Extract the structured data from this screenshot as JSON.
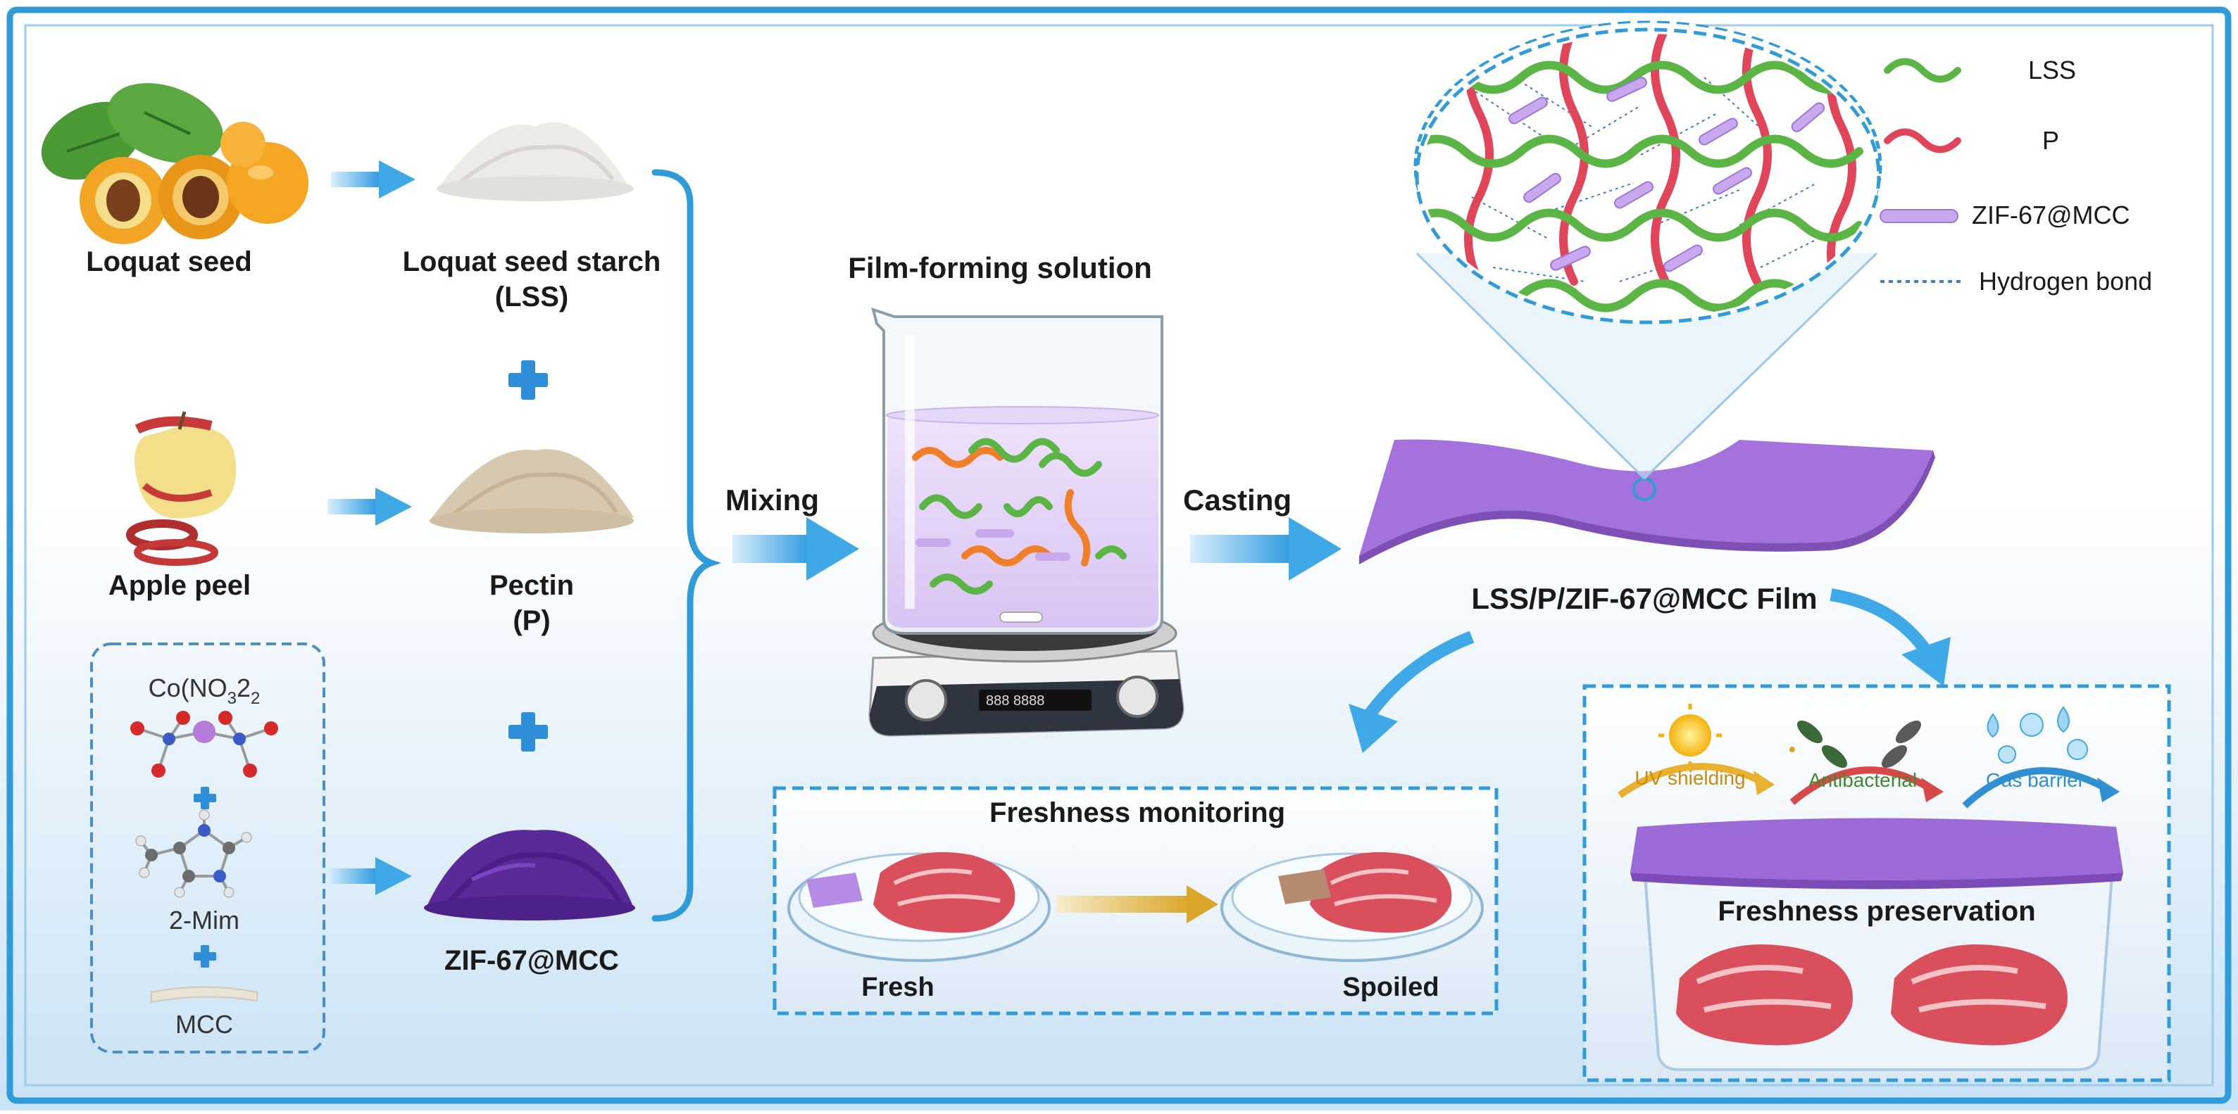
{
  "inputs": {
    "loquat_seed": "Loquat seed",
    "lss_line1": "Loquat seed starch",
    "lss_line2": "(LSS)",
    "apple_peel": "Apple peel",
    "pectin_line1": "Pectin",
    "pectin_line2": "(P)",
    "zif_name": "ZIF-67@MCC",
    "cobalt_base": "Co(NO",
    "cobalt_sub1": "3",
    "cobalt_sub2": "2",
    "mim": "2-Mim",
    "mcc": "MCC"
  },
  "process": {
    "mixing": "Mixing",
    "solution_title": "Film-forming solution",
    "casting": "Casting",
    "film_name": "LSS/P/ZIF-67@MCC Film"
  },
  "legend": {
    "lss": "LSS",
    "p": "P",
    "zif": "ZIF-67@MCC",
    "hbond": "Hydrogen bond"
  },
  "monitoring": {
    "title": "Freshness monitoring",
    "fresh": "Fresh",
    "spoiled": "Spoiled"
  },
  "preservation": {
    "title": "Freshness preservation",
    "uv": "UV shielding",
    "antibacterial": "Antibacterial",
    "gas": "Gas barrier"
  },
  "colors": {
    "frame": "#2f9bd8",
    "lss_chain": "#5bb544",
    "pectin_chain": "#e0455a",
    "zif_purple": "#a77bd6",
    "film_purple": "#a572dd",
    "arrow_blue": "#3fa9e8",
    "plus_blue": "#2e8fd8",
    "loquat_orange": "#f2a524",
    "lid_purple": "#9b6ad6",
    "meat_red": "#d9505c"
  }
}
